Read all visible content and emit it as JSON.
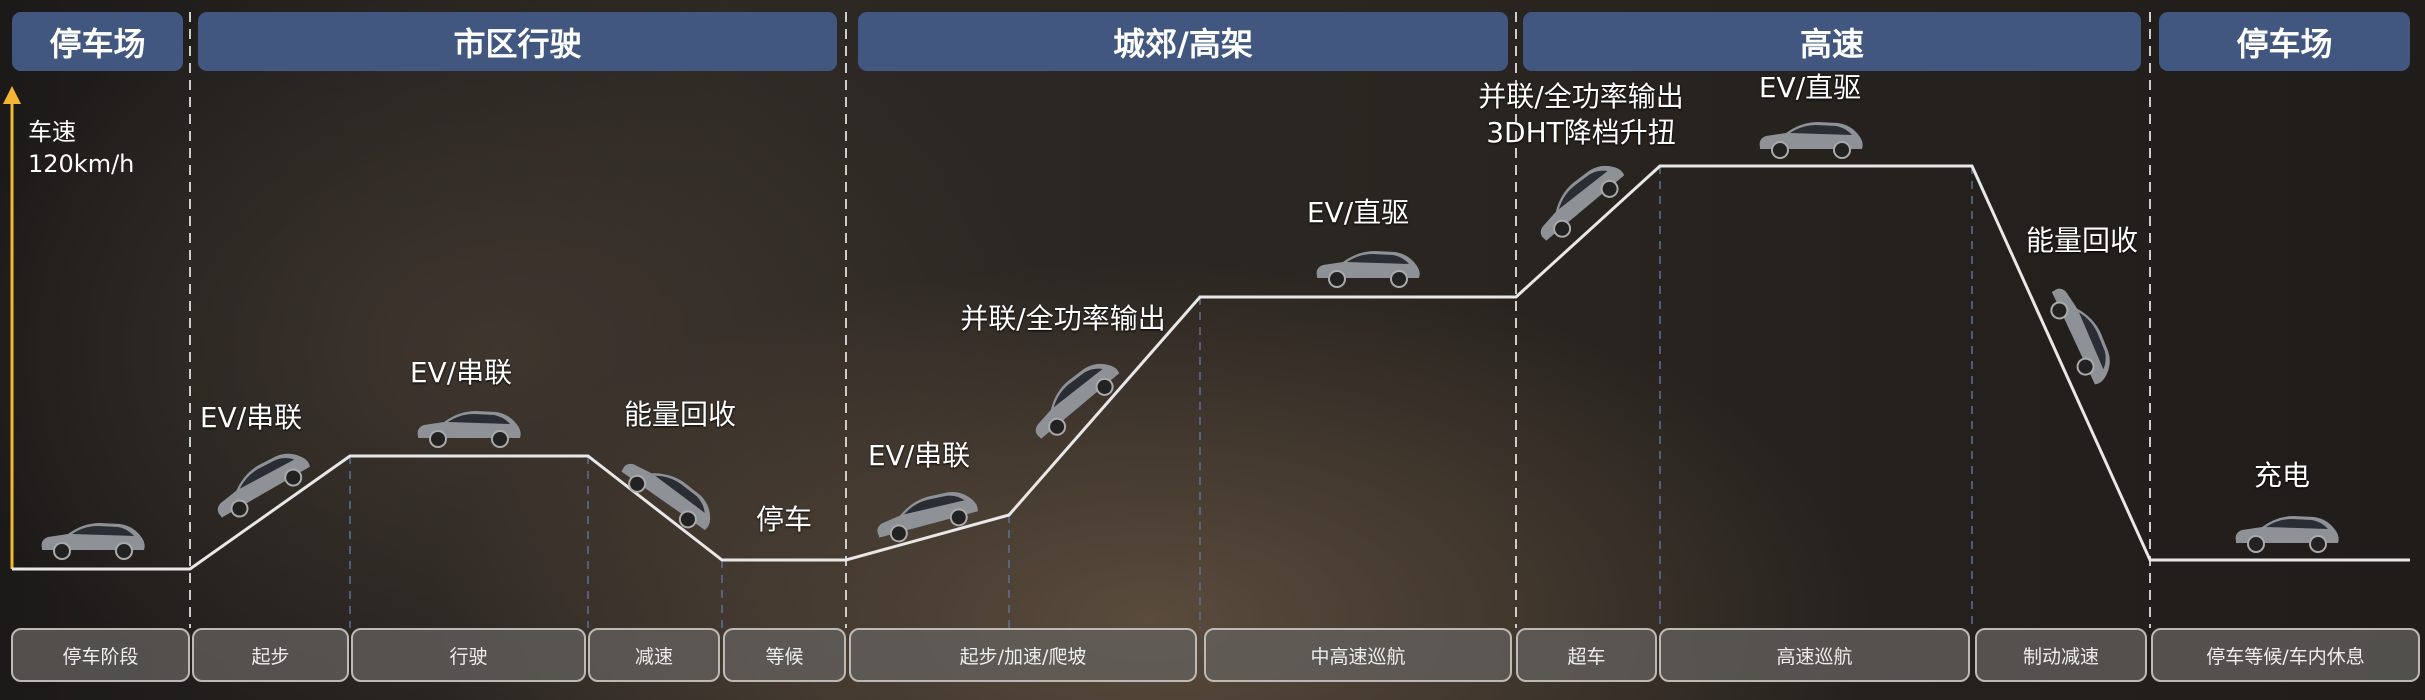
{
  "headers": [
    "停车场",
    "市区行驶",
    "城郊/高架",
    "高速",
    "停车场"
  ],
  "axis": {
    "label": "车速",
    "max": "120km/h",
    "color": "#f2b632"
  },
  "phases": [
    "停车阶段",
    "起步",
    "行驶",
    "减速",
    "等候",
    "起步/加速/爬坡",
    "中高速巡航",
    "超车",
    "高速巡航",
    "制动减速",
    "停车等候/车内休息"
  ],
  "modes": {
    "m1": "EV/串联",
    "m2": "EV/串联",
    "m3": "能量回收",
    "m4": "停车",
    "m5": "EV/串联",
    "m6": "并联/全功率输出",
    "m7": "EV/直驱",
    "m8a": "并联/全功率输出",
    "m8b": "3DHT降档升扭",
    "m9": "EV/直驱",
    "m10": "能量回收",
    "m11": "充电"
  },
  "colors": {
    "header": "#415780",
    "line": "#e8e8e8"
  }
}
